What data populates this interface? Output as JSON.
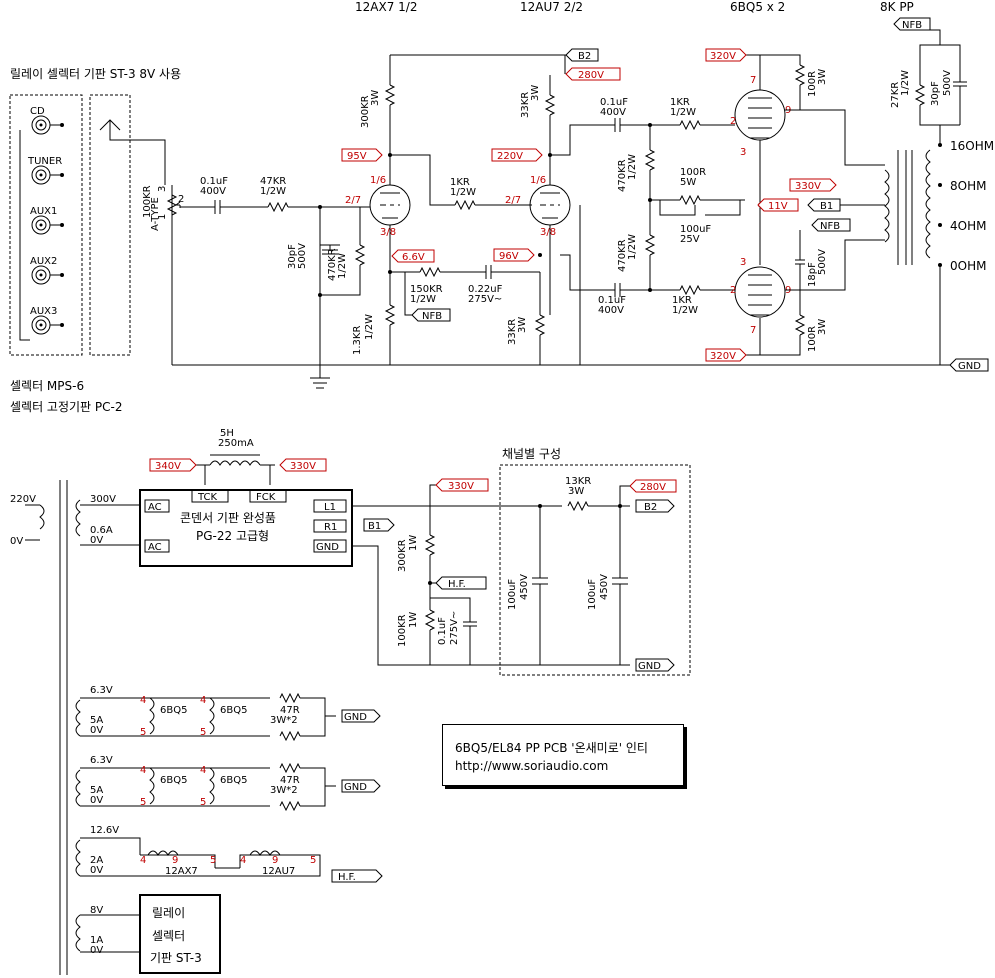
{
  "headers": {
    "tube1": "12AX7 1/2",
    "tube2": "12AU7 2/2",
    "tube3": "6BQ5 x 2",
    "out": "8K PP"
  },
  "notes": {
    "relay": "릴레이 셀렉터 기판 ST-3 8V 사용",
    "selector1": "셀렉터 MPS-6",
    "selector2": "셀렉터 고정기판 PC-2",
    "channel": "채널별 구성"
  },
  "inputs": [
    "CD",
    "TUNER",
    "AUX1",
    "AUX2",
    "AUX3"
  ],
  "volume": {
    "value": "100KR",
    "type": "A-TYPE",
    "pin1": "1",
    "pin2": "2",
    "pin3": "3"
  },
  "voltages": {
    "v320": "320V",
    "v280": "280V",
    "v95": "95V",
    "v220": "220V",
    "v330": "330V",
    "v11": "11V",
    "v66": "6.6V",
    "v96": "96V",
    "v340": "340V"
  },
  "tags": {
    "b2": "B2",
    "b1": "B1",
    "nfb": "NFB",
    "gnd": "GND",
    "hf": "H.F."
  },
  "pins": {
    "p16": "1/6",
    "p27": "2/7",
    "p38": "3/8",
    "p7": "7",
    "p9": "9",
    "p2": "2",
    "p3": "3"
  },
  "components": {
    "c01a_v": "0.1uF",
    "c01a_r": "400V",
    "r47k_v": "47KR",
    "r47k_r": "1/2W",
    "r300k_v": "300KR",
    "r300k_r": "3W",
    "c30_v": "30pF",
    "c30_r": "500V",
    "r470k_v": "470KR",
    "r470k_r": "1/2W",
    "r13k_v": "1.3KR",
    "r13k_r": "1/2W",
    "r150k_v": "150KR",
    "r150k_r": "1/2W",
    "c022_v": "0.22uF",
    "c022_r": "275V~",
    "r1k_v": "1KR",
    "r1k_r": "1/2W",
    "r33k_v": "33KR",
    "r33k_r": "3W",
    "r100r_v": "100R",
    "r100r_r": "5W",
    "c100_v": "100uF",
    "c100_r": "25V",
    "r100r3_v": "100R",
    "r100r3_r": "3W",
    "c18_v": "18pF",
    "c18_r": "500V",
    "r27k_v": "27KR",
    "r27k_r": "1/2W",
    "c30b_v": "30pF",
    "c30b_r": "500V",
    "r13kb_v": "13KR",
    "r13kb_r": "3W",
    "r300kb_v": "300KR",
    "r300kb_r": "1W",
    "r100kb_v": "100KR",
    "r100kb_r": "1W",
    "c01b_v": "0.1uF",
    "c01b_r": "275V~",
    "c100b_v": "100uF",
    "c100b_r": "450V",
    "r47r_v": "47R",
    "r47r_r": "3W*2"
  },
  "taps": [
    "16OHM",
    "8OHM",
    "4OHM",
    "0OHM"
  ],
  "power": {
    "choke_v": "5H",
    "choke_r": "250mA",
    "in220": "220V",
    "in0": "0V",
    "s300": "300V",
    "s06": "0.6A",
    "s0": "0V",
    "ac": "AC",
    "tck": "TCK",
    "fck": "FCK",
    "l1": "L1",
    "r1": "R1",
    "gnd": "GND",
    "board1": "콘덴서 기판 완성품",
    "board2": "PG-22 고급형"
  },
  "heaters": [
    {
      "v": "6.3V",
      "a": "5A",
      "z": "0V",
      "t1": "6BQ5",
      "t2": "6BQ5",
      "p4": "4",
      "p5": "5"
    },
    {
      "v": "6.3V",
      "a": "5A",
      "z": "0V",
      "t1": "6BQ5",
      "t2": "6BQ5",
      "p4": "4",
      "p5": "5"
    }
  ],
  "heater3": {
    "v": "12.6V",
    "a": "2A",
    "z": "0V",
    "t1": "12AX7",
    "t2": "12AU7",
    "p4": "4",
    "p9": "9",
    "p5": "5"
  },
  "relay": {
    "v": "8V",
    "a": "1A",
    "z": "0V",
    "l1": "릴레이",
    "l2": "셀렉터",
    "l3": "기판 ST-3"
  },
  "info": {
    "line1": "6BQ5/EL84 PP PCB '온새미로' 인티",
    "line2": "http://www.soriaudio.com"
  }
}
